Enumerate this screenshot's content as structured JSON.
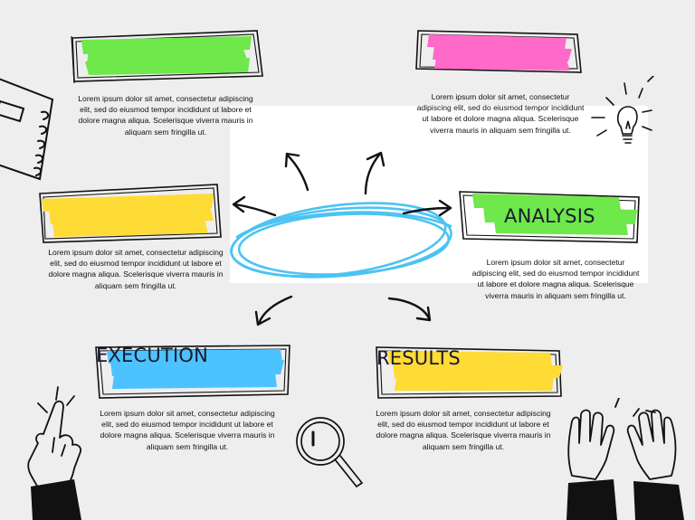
{
  "colors": {
    "green": "#6ee84a",
    "pink": "#ff6ac8",
    "yellow": "#ffdb35",
    "blue": "#4cc3ff",
    "center_ring": "#4cc3f2",
    "ink": "#111111",
    "panel": "#ffffff",
    "background": "#eeeeee"
  },
  "icons": [
    "notebook-icon",
    "lightbulb-icon",
    "magnifier-icon",
    "pointing-hand-icon",
    "raised-hands-icon"
  ],
  "nodes": {
    "top_left": {
      "title": "",
      "color": "green",
      "text": "Lorem ipsum dolor sit amet, consectetur adipiscing elit, sed do eiusmod tempor incididunt ut labore et dolore magna aliqua. Scelerisque viverra mauris in aliquam sem fringilla ut."
    },
    "top_right": {
      "title": "",
      "color": "pink",
      "text": "Lorem ipsum dolor sit amet, consectetur adipiscing elit, sed do eiusmod tempor incididunt ut labore et dolore magna aliqua. Scelerisque viverra mauris in aliquam sem fringilla ut."
    },
    "middle_left": {
      "title": "",
      "color": "yellow",
      "text": "Lorem ipsum dolor sit amet, consectetur adipiscing elit, sed do eiusmod tempor incididunt ut labore et dolore magna aliqua. Scelerisque viverra mauris in aliquam sem fringilla ut."
    },
    "analysis": {
      "title": "ANALYSIS",
      "color": "green",
      "text": "Lorem ipsum dolor sit amet, consectetur adipiscing elit, sed do eiusmod tempor incididunt ut labore et dolore magna aliqua. Scelerisque viverra mauris in aliquam sem fringilla ut."
    },
    "execution": {
      "title": "EXECUTION",
      "color": "blue",
      "text": "Lorem ipsum dolor sit amet, consectetur adipiscing elit, sed do eiusmod tempor incididunt ut labore et dolore magna aliqua. Scelerisque viverra mauris in aliquam sem fringilla ut."
    },
    "results": {
      "title": "RESULTS",
      "color": "yellow",
      "text": "Lorem ipsum dolor sit amet, consectetur adipiscing elit, sed do eiusmod tempor incididunt ut labore et dolore magna aliqua. Scelerisque viverra mauris in aliquam sem fringilla ut."
    }
  }
}
